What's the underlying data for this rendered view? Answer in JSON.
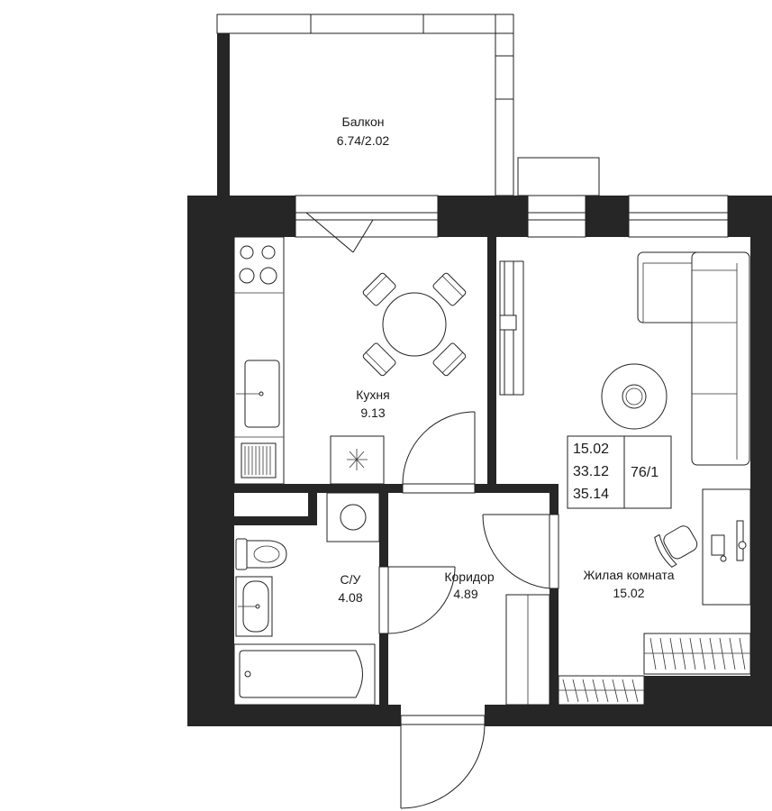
{
  "rooms": {
    "balcony": {
      "name": "Балкон",
      "area": "6.74/2.02"
    },
    "kitchen": {
      "name": "Кухня",
      "area": "9.13"
    },
    "bathroom": {
      "name": "С/У",
      "area": "4.08"
    },
    "corridor": {
      "name": "Коридор",
      "area": "4.89"
    },
    "living": {
      "name": "Жилая комната",
      "area": "15.02"
    }
  },
  "summary": {
    "living_area": "15.02",
    "total_area": "33.12",
    "total_with_balcony": "35.14",
    "apartment_number": "76/1"
  },
  "colors": {
    "wall": "#262626",
    "line": "#1f1f1f",
    "background": "#ffffff"
  }
}
